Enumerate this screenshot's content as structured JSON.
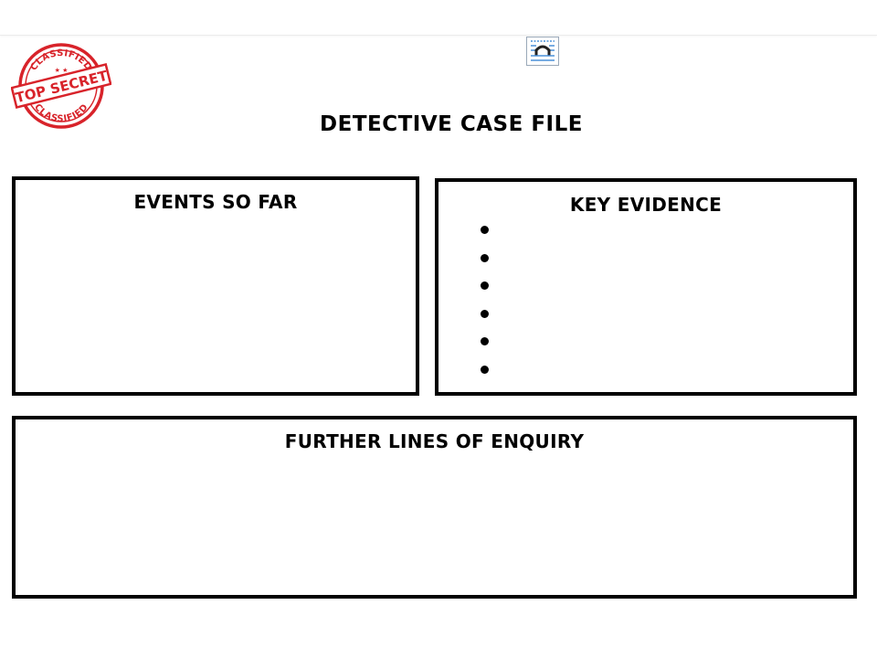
{
  "stamp": {
    "top_text": "CLASSIFIED",
    "main_text": "TOP SECRET",
    "bottom_text": "CLASSIFIED",
    "color": "#d8232a"
  },
  "embed_icon": "embed-object-icon",
  "page_title": "DETECTIVE CASE FILE",
  "sections": {
    "events": {
      "title": "EVENTS SO FAR"
    },
    "evidence": {
      "title": "KEY EVIDENCE",
      "bullet_count": 6
    },
    "enquiry": {
      "title": "FURTHER LINES OF ENQUIRY"
    }
  }
}
